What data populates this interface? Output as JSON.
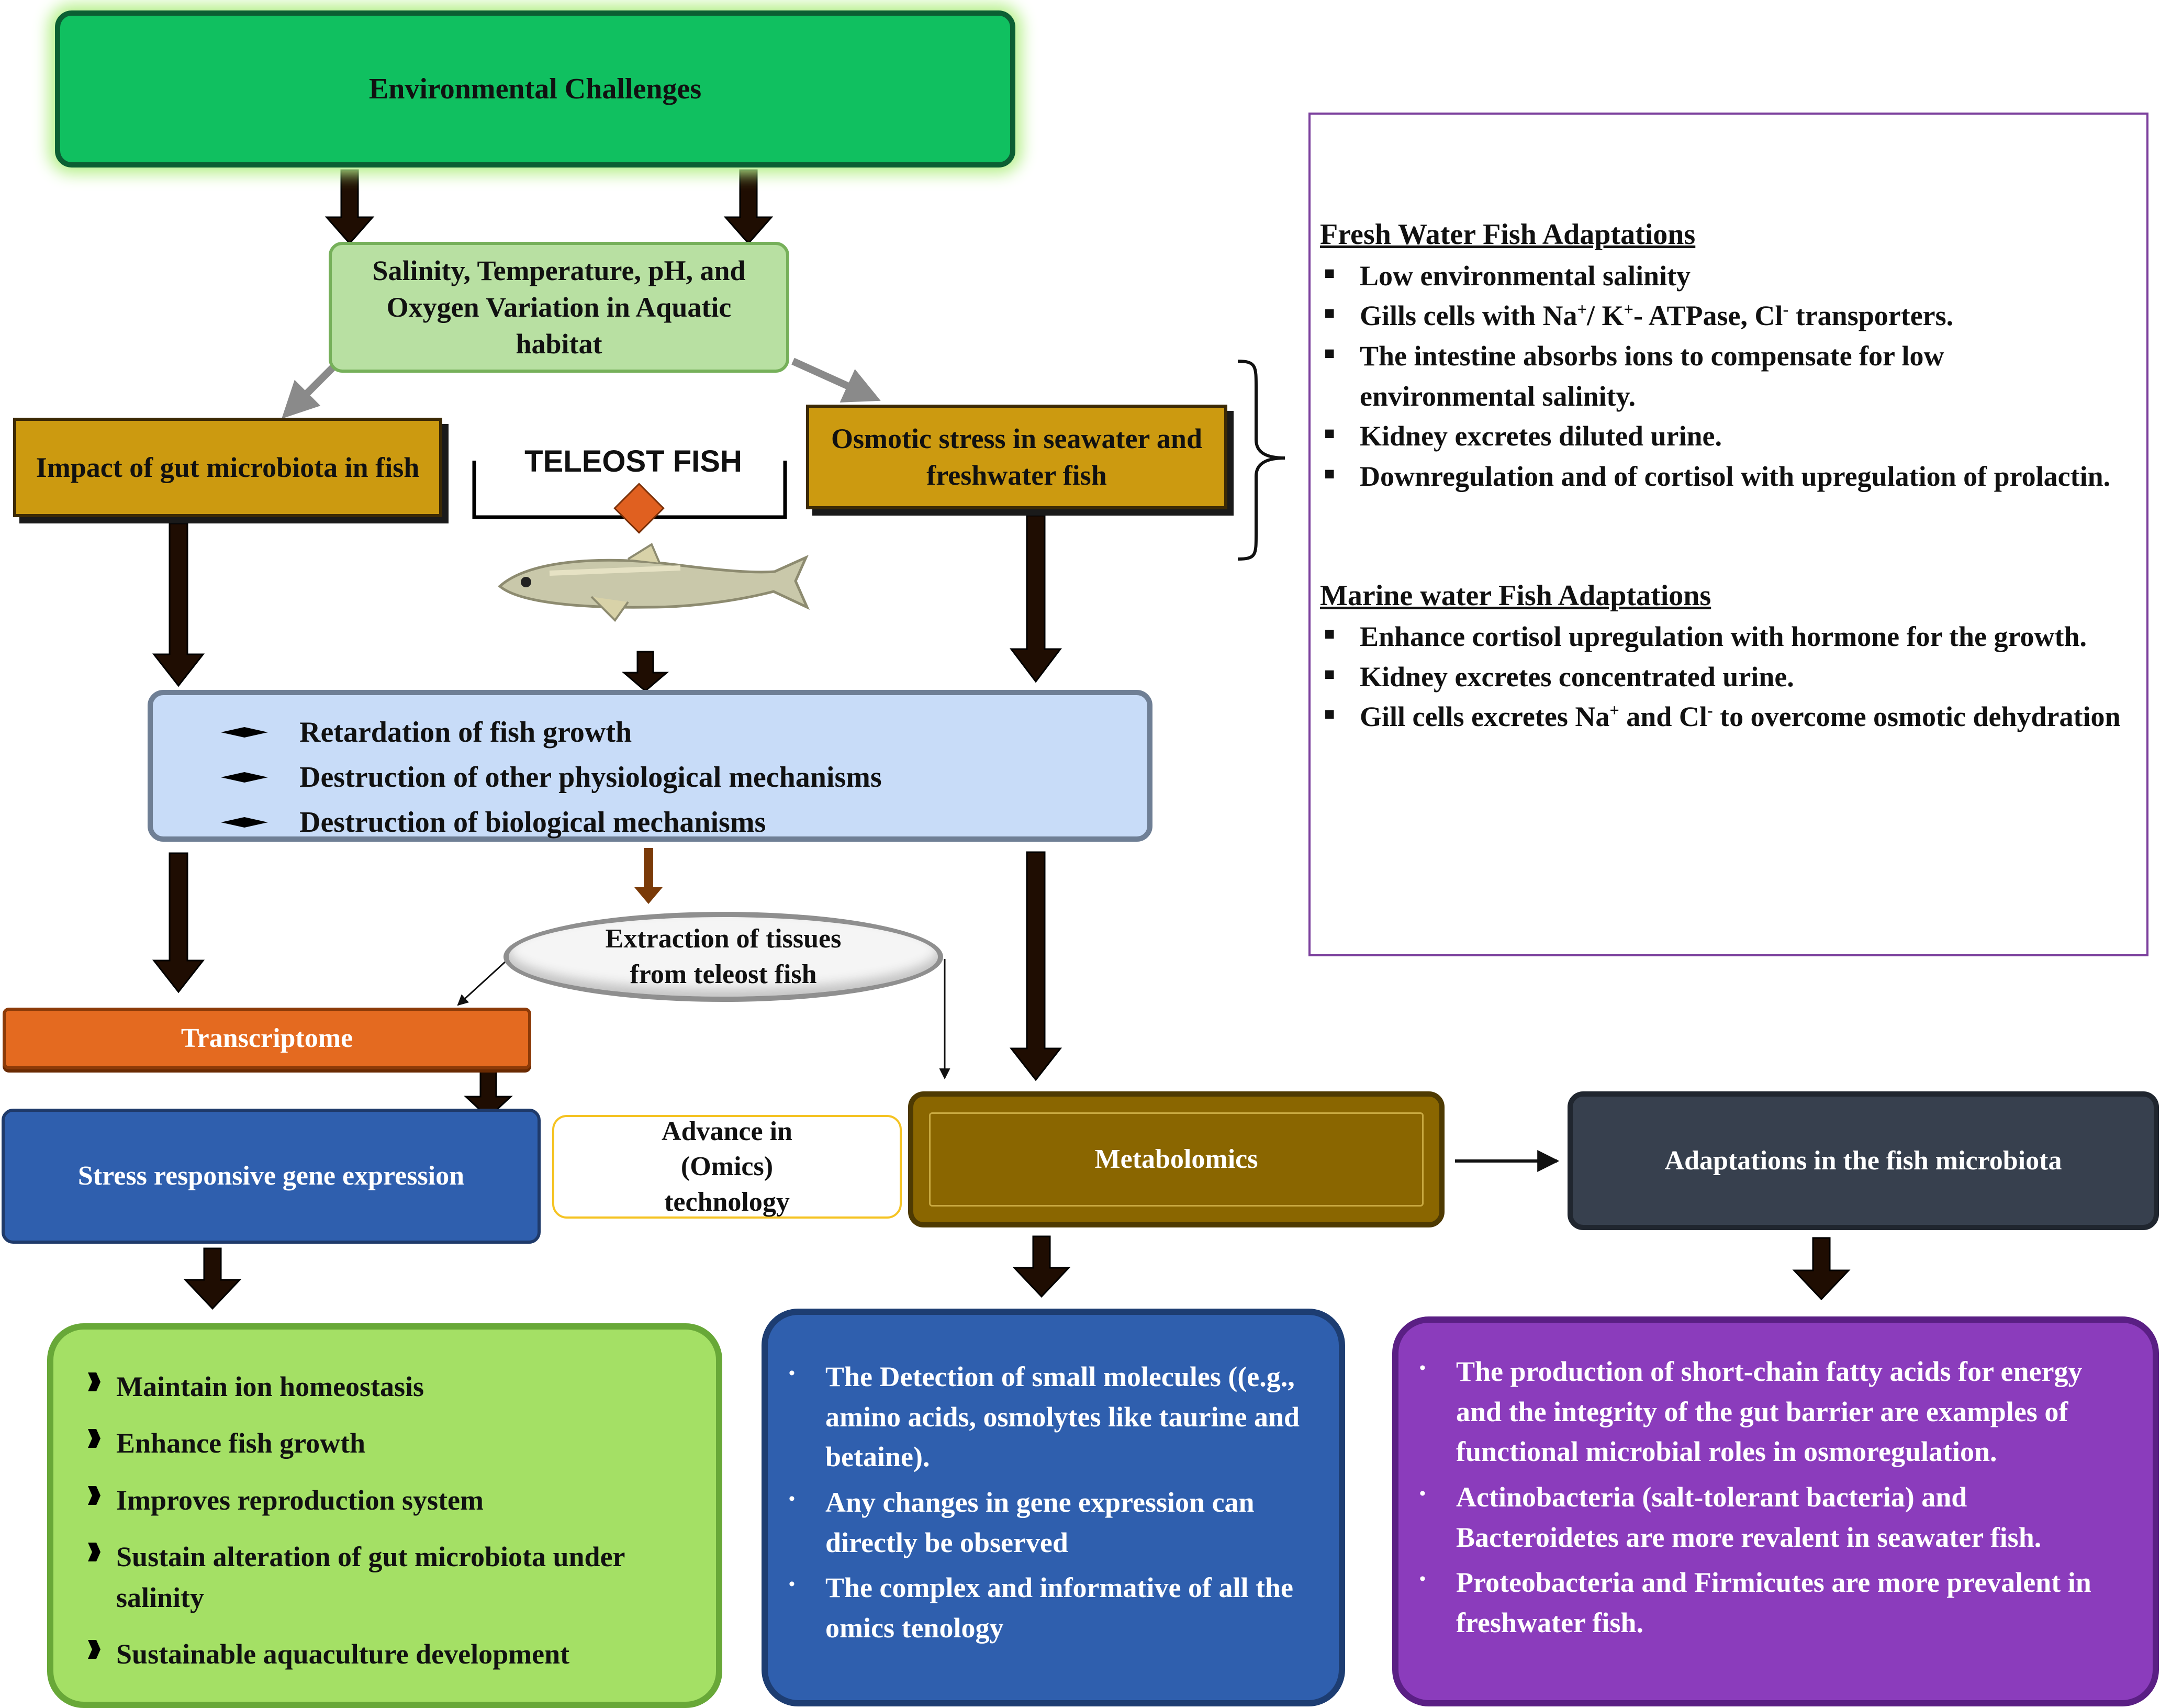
{
  "top": {
    "title": "Environmental  Challenges"
  },
  "salinity": {
    "text": "Salinity, Temperature, pH, and Oxygen Variation  in Aquatic habitat"
  },
  "impact": {
    "text": "Impact of gut microbiota  in fish"
  },
  "osmotic": {
    "text": "Osmotic stress in seawater and freshwater fish"
  },
  "teleost": {
    "label": "TELEOST  FISH"
  },
  "effects": {
    "items": [
      "Retardation  of fish growth",
      "Destruction of other physiological mechanisms",
      "Destruction  of biological  mechanisms"
    ]
  },
  "extraction": {
    "text": "Extraction  of tissues from  teleost fish"
  },
  "transcriptome": {
    "text": "Transcriptome"
  },
  "stress": {
    "text": "Stress responsive gene expression"
  },
  "advance": {
    "text": "Advance in (Omics)  technology"
  },
  "metabolomics": {
    "text": "Metabolomics"
  },
  "microbiota_box": {
    "text": "Adaptations  in the fish microbiota"
  },
  "green_list": {
    "items": [
      "Maintain ion homeostasis",
      "Enhance  fish growth",
      "Improves reproduction  system",
      "Sustain alteration  of gut microbiota  under salinity",
      "Sustainable  aquaculture  development"
    ]
  },
  "blue_list": {
    "items": [
      "The Detection of small molecules ((e.g., amino acids, osmolytes like taurine  and betaine).",
      "Any changes in gene expression can directly be observed",
      "The complex and informative  of all the omics tenology"
    ]
  },
  "purple_list": {
    "items": [
      " The production  of short-chain  fatty acids for energy and the integrity  of the gut barrier  are examples of functional  microbial  roles in osmoregulation.",
      " Actinobacteria  (salt-tolerant bacteria)  and Bacteroidetes are more revalent in seawater fish.",
      "Proteobacteria  and Firmicutes  are more prevalent in freshwater fish."
    ]
  },
  "freshwater": {
    "heading": "Fresh Water Fish Adaptations",
    "items": [
      "Low  environmental  salinity",
      "The intestine absorbs  ions to compensate for  low  environmental  salinity.",
      "Kidney  excretes diluted  urine.",
      "Downregulation  and of cortisol with upregulation  of prolactin."
    ],
    "gill_item": {
      "p1": "Gills cells with  Na",
      "p2": "/ K",
      "p3": "- ATPase, Cl",
      "p4": " transporters."
    }
  },
  "marine": {
    "heading": "Marine water Fish Adaptations",
    "items": [
      "Enhance  cortisol upregulation  with  hormone  for the growth.",
      "Kidney  excretes concentrated  urine."
    ],
    "gill_item": {
      "p1": "Gill cells excretes Na",
      "p2": " and Cl",
      "p3": " to overcome osmotic dehydration"
    }
  },
  "charges": {
    "plus": "+",
    "minus": "-"
  },
  "colors": {
    "env_green": "#10c060",
    "salinity_green": "#b8e0a2",
    "gold": "#cc9a10",
    "light_blue": "#c8dcf8",
    "orange": "#e46a20",
    "dark_blue": "#2f5fae",
    "olive": "#8a6600",
    "slate": "#37404e",
    "lime": "#a4e065",
    "purple": "#8b3cbc",
    "frame_purple": "#7b3f9d"
  },
  "icons": [
    "down-arrow-icon",
    "diamond-bullet-icon",
    "arrowhead-bullet-icon",
    "square-bullet-icon",
    "dot-bullet-icon",
    "fish-icon"
  ]
}
